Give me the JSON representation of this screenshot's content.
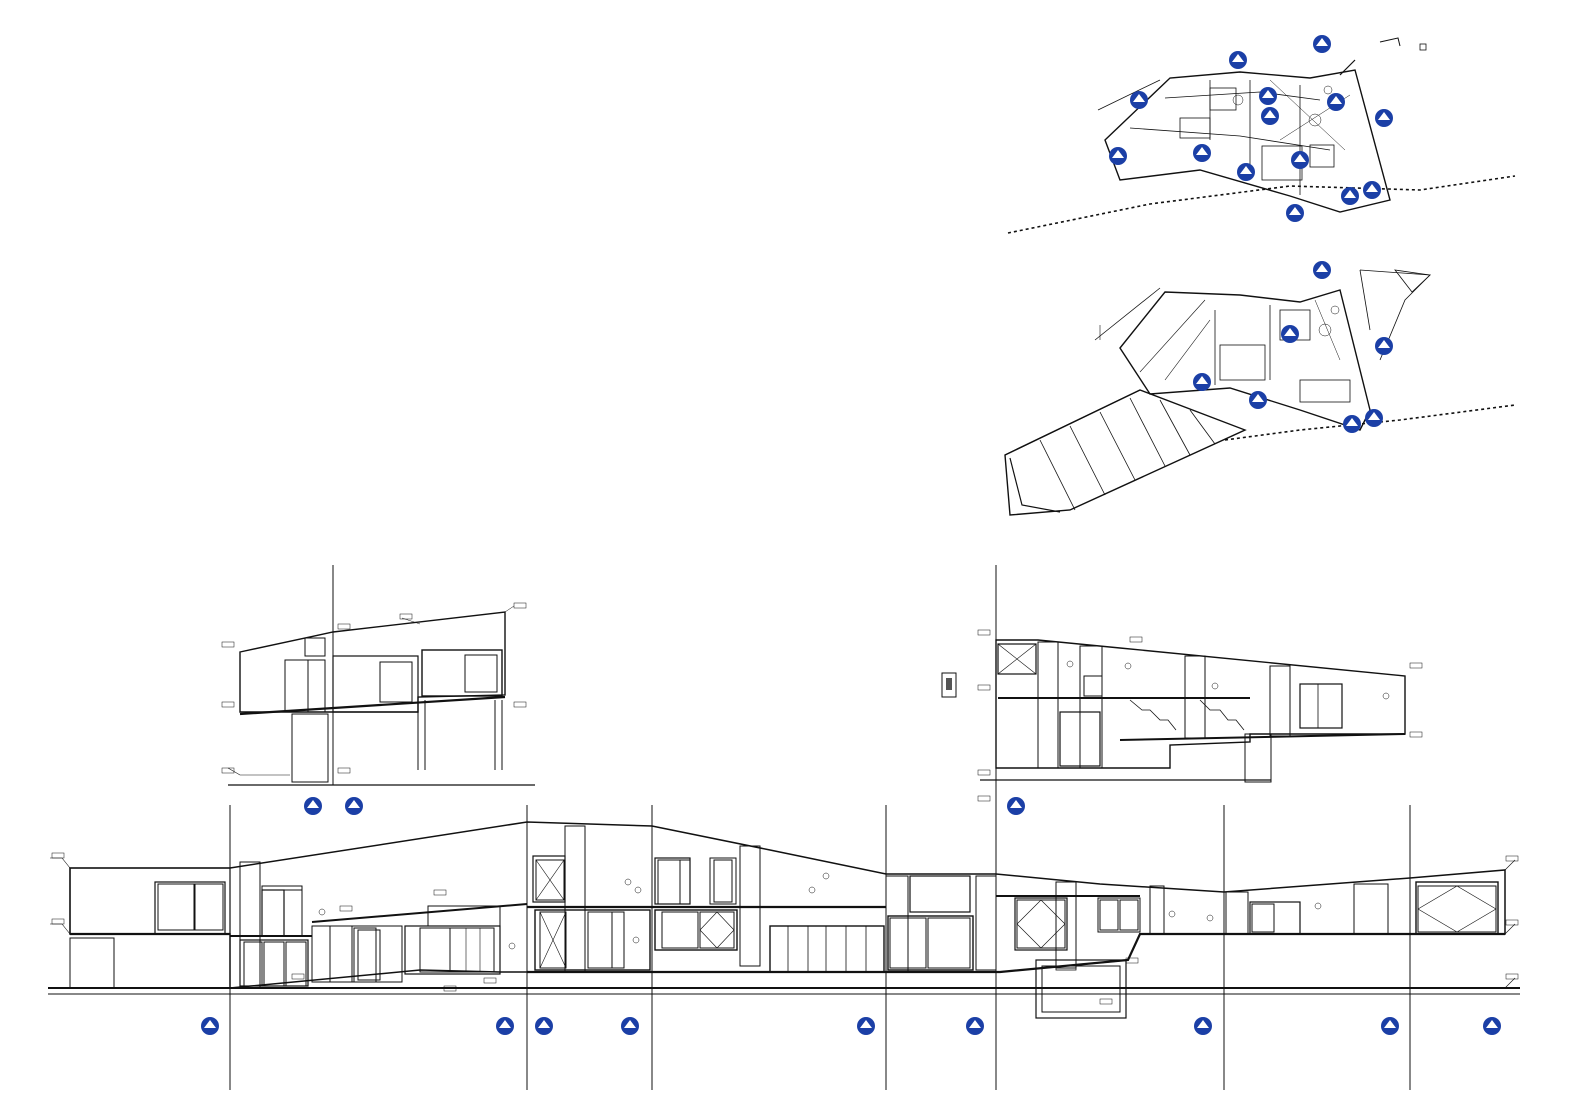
{
  "sheet": {
    "background": "#ffffff",
    "line_color": "#111111",
    "marker_color": "#1b3fa6",
    "panels": [
      "ground-floor-plan",
      "first-floor-plan",
      "elevation-west",
      "elevation-east",
      "elevation-south"
    ]
  },
  "markers": {
    "plan_upper": [
      "",
      "",
      "",
      "",
      "",
      "",
      "",
      "",
      "",
      "",
      "",
      "",
      "",
      "",
      ""
    ],
    "plan_lower": [
      "",
      "",
      "",
      "",
      "",
      "",
      "",
      ""
    ],
    "elev_left": [
      "",
      ""
    ],
    "elev_right": [
      ""
    ],
    "elev_main": [
      "",
      "",
      "",
      "",
      "",
      "",
      "",
      "",
      "",
      "",
      ""
    ]
  },
  "icons": {
    "section_marker": "section-marker-icon",
    "north_arrow": "none"
  }
}
